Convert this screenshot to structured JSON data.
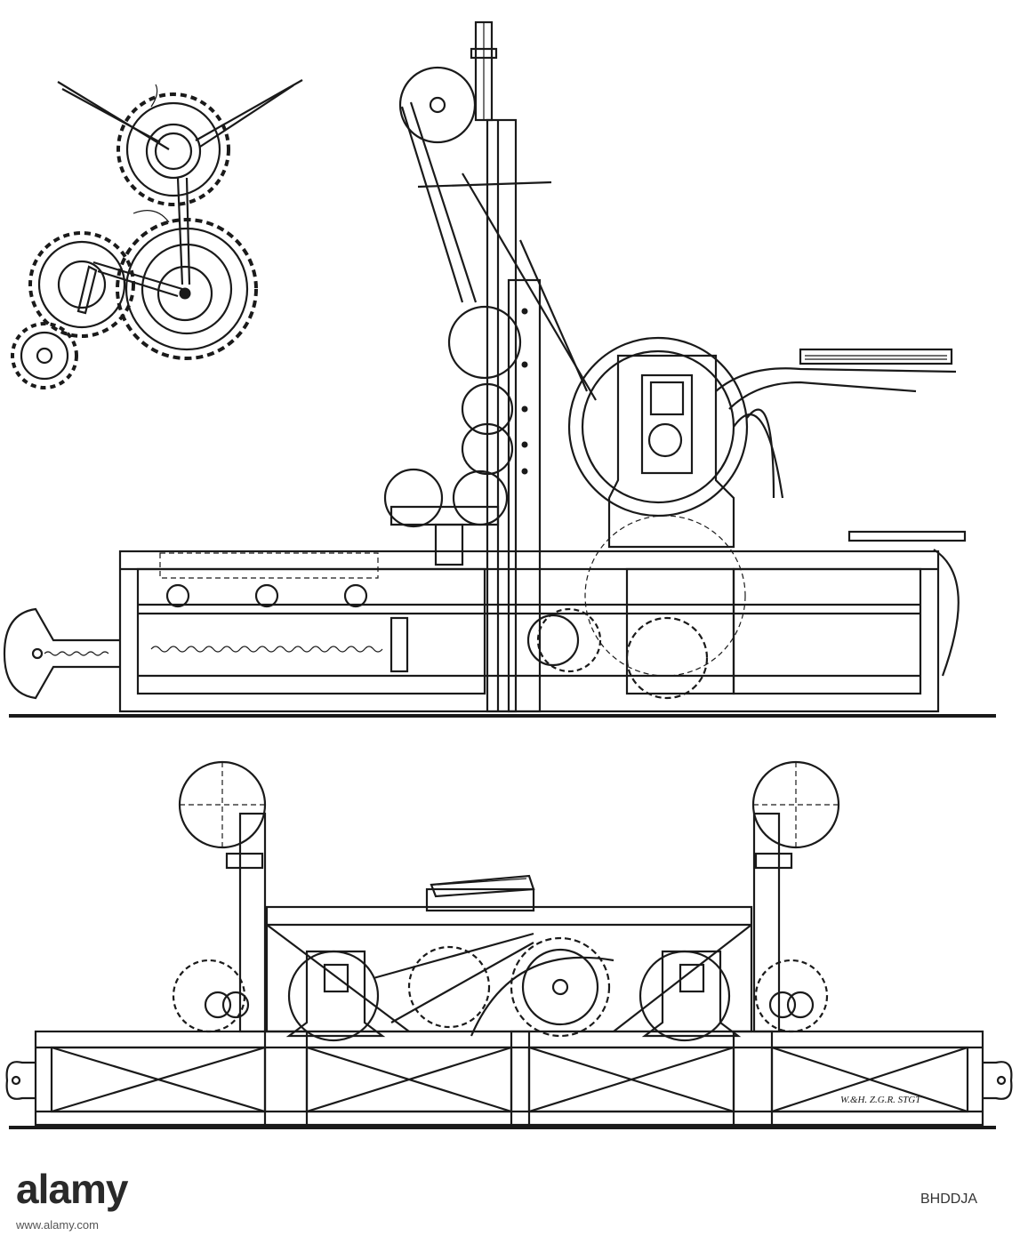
{
  "engraving": {
    "engraver_signature": "W.&H. Z.G.R. STGT"
  },
  "banner": {
    "logo_text": "alamy",
    "image_id": "BHDDJA",
    "url": "www.alamy.com"
  }
}
